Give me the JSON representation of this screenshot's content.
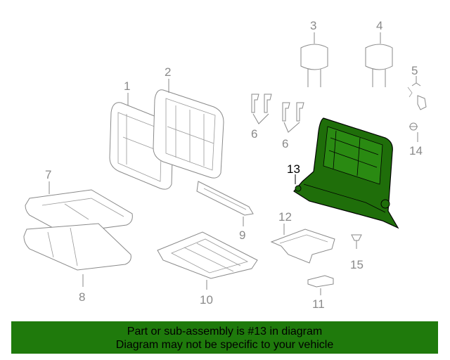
{
  "callouts": {
    "c1": "1",
    "c2": "2",
    "c3": "3",
    "c4": "4",
    "c5": "5",
    "c6a": "6",
    "c6b": "6",
    "c7": "7",
    "c8": "8",
    "c9": "9",
    "c10": "10",
    "c11": "11",
    "c12": "12",
    "c13": "13",
    "c14": "14",
    "c15": "15"
  },
  "highlight": {
    "part_number": "13",
    "color": "#1f6e0a"
  },
  "banner": {
    "line1": "Part or sub-assembly is #13 in diagram",
    "line2": "Diagram may not be specific to your vehicle",
    "color": "#1f7a0c"
  }
}
